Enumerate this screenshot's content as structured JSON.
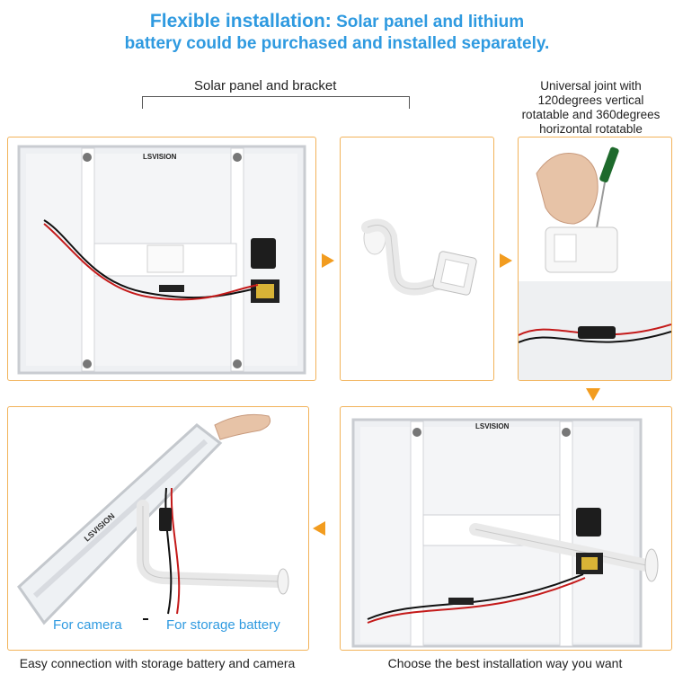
{
  "headline": {
    "part1": "Flexible installation:",
    "part2": "Solar panel and lithium",
    "line2": "battery could be purchased and installed separately."
  },
  "captions": {
    "panel_and_bracket": "Solar panel and bracket",
    "joint_line1": "Universal joint with",
    "joint_line2": "120degrees vertical",
    "joint_line3": "rotatable and 360degrees",
    "joint_line4": "horizontal rotatable",
    "easy_connection": "Easy connection with storage battery and camera",
    "choose_best": "Choose the best installation way you want"
  },
  "labels": {
    "for_camera": "For camera",
    "for_storage_battery": "For storage battery",
    "brand": "LSVISION"
  },
  "colors": {
    "accent_blue": "#2f9ae0",
    "arrow_orange": "#f29c1f",
    "box_border": "#f2b35a"
  }
}
